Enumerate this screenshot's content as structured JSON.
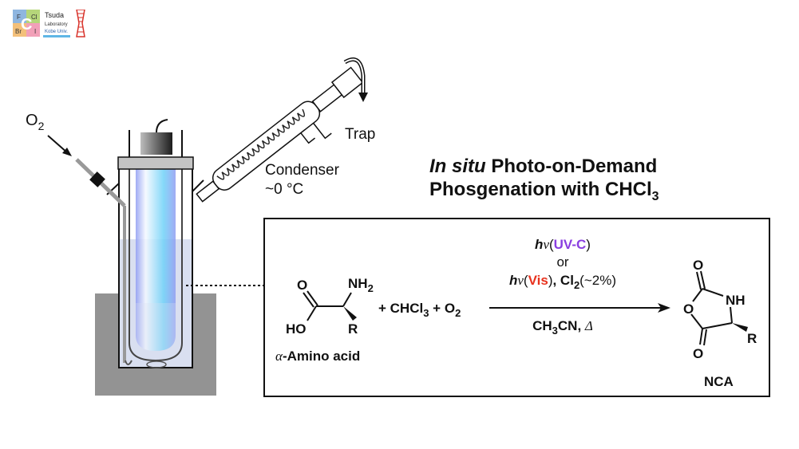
{
  "logo": {
    "cells": [
      "F",
      "Cl",
      "Br",
      "I"
    ],
    "center": "C",
    "lines": [
      "Tsuda",
      "Laboratory",
      "Kobe Univ."
    ]
  },
  "apparatus": {
    "gas_in": "O",
    "gas_in_sub": "2",
    "trap": "Trap",
    "condenser": "Condenser",
    "condenser_temp": "~0 °C"
  },
  "title": {
    "line1_italic": "In situ",
    "line1_rest": " Photo-on-Demand",
    "line2": "Phosgenation with CHCl",
    "line2_sub": "3"
  },
  "reaction": {
    "reactant": {
      "atoms": {
        "o": "O",
        "ho": "HO",
        "nh": "NH",
        "nh_sub": "2",
        "r": "R"
      },
      "name_greek": "α",
      "name": "-Amino acid"
    },
    "plus_terms": [
      "+ CHCl",
      "3",
      " + O",
      "2"
    ],
    "conditions": {
      "hv": "h",
      "nu": "ν",
      "uvc": "UV-C",
      "or": "or",
      "vis": "Vis",
      "cl2": ", Cl",
      "cl2_sub": "2",
      "cl2_amt": "(~2%)",
      "solvent": "CH",
      "solvent_sub": "3",
      "solvent_rest": "CN, ",
      "heat": "Δ"
    },
    "product": {
      "atoms": {
        "o_top": "O",
        "nh": "NH",
        "o_ring": "O",
        "o_bottom": "O",
        "r": "R"
      },
      "name": "NCA"
    },
    "colors": {
      "uvc": "#8a3fe0",
      "vis": "#e8321e"
    }
  }
}
